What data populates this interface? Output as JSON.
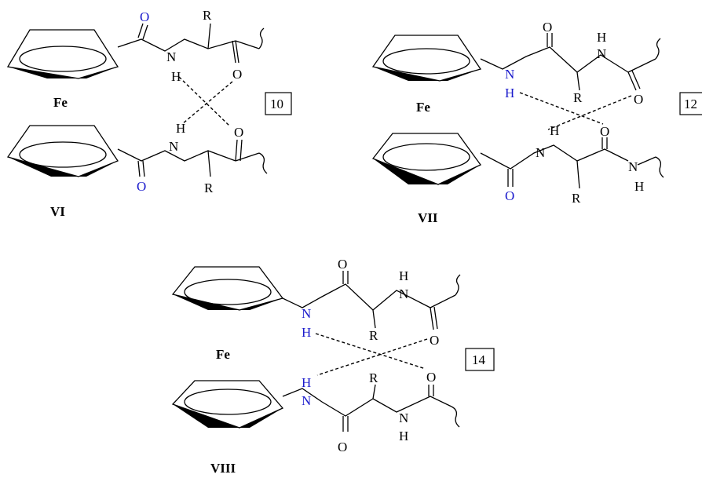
{
  "colors": {
    "bond": "#000000",
    "hetero_highlight": "#1a1acc",
    "text": "#000000"
  },
  "structures": [
    {
      "compound_label": "VI",
      "metal_label": "Fe",
      "ring_size": "10",
      "upper_strand": {
        "carbonyl_o": "O",
        "amide_n": "N",
        "amide_h": "H",
        "side_chain": "R",
        "terminal_o": "O"
      },
      "lower_strand": {
        "carbonyl_o": "O",
        "amide_n": "N",
        "amide_h": "H",
        "side_chain": "R",
        "terminal_o": "O"
      }
    },
    {
      "compound_label": "VII",
      "metal_label": "Fe",
      "ring_size": "12",
      "upper_strand": {
        "amide_n": "N",
        "amide_h": "H",
        "carbonyl_o": "O",
        "side_chain": "R",
        "n2": "N",
        "h2": "H",
        "terminal_o": "O"
      },
      "lower_strand": {
        "carbonyl_o": "O",
        "amide_n": "N",
        "amide_h": "H",
        "side_chain": "R",
        "carbonyl_o2": "O",
        "n2": "N",
        "h2": "H"
      }
    },
    {
      "compound_label": "VIII",
      "metal_label": "Fe",
      "ring_size": "14",
      "upper_strand": {
        "amide_n": "N",
        "amide_h": "H",
        "carbonyl_o": "O",
        "side_chain": "R",
        "n2": "N",
        "h2": "H",
        "terminal_o": "O"
      },
      "lower_strand": {
        "amide_n": "N",
        "amide_h": "H",
        "carbonyl_o": "O",
        "side_chain": "R",
        "n2": "N",
        "h2": "H",
        "terminal_o": "O"
      }
    }
  ]
}
